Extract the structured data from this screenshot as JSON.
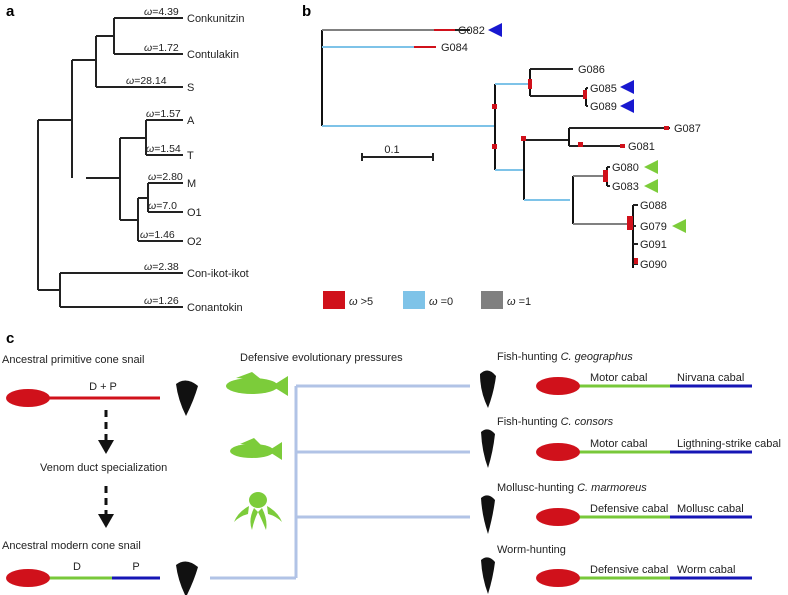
{
  "colors": {
    "red": "#d0111b",
    "light_blue": "#7ec3e8",
    "gray": "#808080",
    "black": "#111111",
    "blue": "#1818d0",
    "green": "#7ccc3a",
    "pale_blue": "#b1c3e6",
    "navy": "#1616b5",
    "line_green": "#78c83a"
  },
  "panels": {
    "a": "a",
    "b": "b",
    "c": "c"
  },
  "panel_a": {
    "omega_prefix": "ω",
    "leaves": [
      {
        "name": "Conkunitzin",
        "omega": "=4.39"
      },
      {
        "name": "Contulakin",
        "omega": "=1.72"
      },
      {
        "name": "S",
        "omega": "=28.14"
      },
      {
        "name": "A",
        "omega": "=1.57"
      },
      {
        "name": "T",
        "omega": "=1.54"
      },
      {
        "name": "M",
        "omega": "=2.80"
      },
      {
        "name": "O1",
        "omega": "=7.0"
      },
      {
        "name": "O2",
        "omega": "=1.46"
      },
      {
        "name": "Con-ikot-ikot",
        "omega": "=2.38"
      },
      {
        "name": "Conantokin",
        "omega": "=1.26"
      }
    ]
  },
  "panel_b": {
    "leaves": [
      "G082",
      "G084",
      "G086",
      "G085",
      "G089",
      "G087",
      "G081",
      "G080",
      "G083",
      "G088",
      "G079",
      "G091",
      "G090"
    ],
    "scale_label": "0.1",
    "legend": [
      {
        "symbol": "ω",
        "text": " >5",
        "color": "red"
      },
      {
        "symbol": "ω",
        "text": " =0",
        "color": "light_blue"
      },
      {
        "symbol": "ω",
        "text": " =1",
        "color": "gray"
      }
    ]
  },
  "panel_c": {
    "ancestral_primitive": "Ancestral primitive cone snail",
    "dp_label": "D + P",
    "venom_duct": "Venom duct specialization",
    "ancestral_modern": "Ancestral modern cone snail",
    "d_label": "D",
    "p_label": "P",
    "pressures": "Defensive evolutionary pressures",
    "species": [
      {
        "prefix": "Fish-hunting ",
        "name": "C. geographus",
        "left": "Motor cabal",
        "right": "Nirvana cabal"
      },
      {
        "prefix": "Fish-hunting ",
        "name": "C. consors",
        "left": "Motor cabal",
        "right": "Ligthning-strike cabal"
      },
      {
        "prefix": "Mollusc-hunting ",
        "name": "C. marmoreus",
        "left": "Defensive cabal",
        "right": "Mollusc cabal"
      },
      {
        "prefix": "Worm-hunting",
        "name": "",
        "left": "Defensive cabal",
        "right": "Worm cabal"
      }
    ]
  }
}
